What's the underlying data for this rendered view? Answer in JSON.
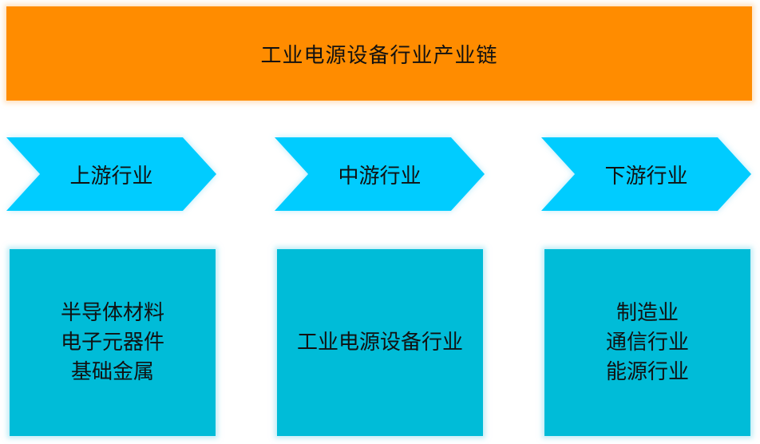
{
  "title": "工业电源设备行业产业链",
  "stages": [
    {
      "label": "上游行业",
      "items": [
        "半导体材料",
        "电子元器件",
        "基础金属"
      ]
    },
    {
      "label": "中游行业",
      "items": [
        "工业电源设备行业"
      ]
    },
    {
      "label": "下游行业",
      "items": [
        "制造业",
        "通信行业",
        "能源行业"
      ]
    }
  ],
  "colors": {
    "title_background": "#ff8c00",
    "chevron": "#00ccff",
    "box": "#00bcd8",
    "text": "#111111"
  }
}
